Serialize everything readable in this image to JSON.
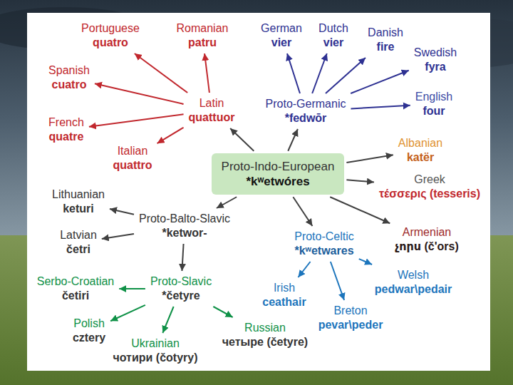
{
  "diagram": {
    "nodes": [
      {
        "text": [
          "Portuguese",
          "quatro"
        ]
      },
      {
        "text": [
          "Romanian",
          "patru"
        ]
      },
      {
        "text": [
          "German",
          "vier"
        ]
      },
      {
        "text": [
          "Dutch",
          "vier"
        ]
      },
      {
        "text": [
          "Danish",
          "fire"
        ]
      },
      {
        "text": [
          "Swedish",
          "fyra"
        ]
      },
      {
        "text": [
          "Spanish",
          "cuatro"
        ]
      },
      {
        "text": [
          "Latin",
          "quattuor"
        ]
      },
      {
        "text": [
          "Proto-Germanic",
          "*fedwōr"
        ]
      },
      {
        "text": [
          "English",
          "four"
        ]
      },
      {
        "text": [
          "French",
          "quatre"
        ]
      },
      {
        "text": [
          "Italian",
          "quattro"
        ]
      },
      {
        "text": [
          "Proto-Indo-European",
          "*kʷetwóres"
        ]
      },
      {
        "text": [
          "Albanian",
          "katër"
        ]
      },
      {
        "text": [
          "Greek",
          "τέσσερις (tesseris)"
        ]
      },
      {
        "text": [
          "Lithuanian",
          "keturi"
        ]
      },
      {
        "text": [
          "Proto-Balto-Slavic",
          "*ketwor-"
        ]
      },
      {
        "text": [
          "Latvian",
          "četri"
        ]
      },
      {
        "text": [
          "Proto-Celtic",
          "*kʷetwares"
        ]
      },
      {
        "text": [
          "Armenian",
          "չորս (č'ors)"
        ]
      },
      {
        "text": [
          "Serbo-Croatian",
          "četiri"
        ]
      },
      {
        "text": [
          "Proto-Slavic",
          "*četyre"
        ]
      },
      {
        "text": [
          "Irish",
          "ceathair"
        ]
      },
      {
        "text": [
          "Welsh",
          "pedwar\\pedair"
        ]
      },
      {
        "text": [
          "Breton",
          "pevar\\peder"
        ]
      },
      {
        "text": [
          "Polish",
          "cztery"
        ]
      },
      {
        "text": [
          "Russian",
          "четыре (četyre)"
        ]
      },
      {
        "text": [
          "Ukrainian",
          "чотири (čotyry)"
        ]
      }
    ],
    "edges": [
      {
        "from": 12,
        "to": 7,
        "arrow": "to"
      },
      {
        "from": 12,
        "to": 8,
        "arrow": "to"
      },
      {
        "from": 12,
        "to": 13,
        "arrow": "to"
      },
      {
        "from": 12,
        "to": 14,
        "arrow": "to"
      },
      {
        "from": 12,
        "to": 19,
        "arrow": "to"
      },
      {
        "from": 12,
        "to": 18,
        "arrow": "to"
      },
      {
        "from": 12,
        "to": 16,
        "arrow": "to"
      },
      {
        "from": 7,
        "to": 0,
        "arrow": "to"
      },
      {
        "from": 7,
        "to": 1,
        "arrow": "to"
      },
      {
        "from": 7,
        "to": 6,
        "arrow": "to"
      },
      {
        "from": 7,
        "to": 10,
        "arrow": "to"
      },
      {
        "from": 7,
        "to": 11,
        "arrow": "to"
      },
      {
        "from": 8,
        "to": 2,
        "arrow": "to"
      },
      {
        "from": 8,
        "to": 3,
        "arrow": "to"
      },
      {
        "from": 8,
        "to": 4,
        "arrow": "to"
      },
      {
        "from": 8,
        "to": 5,
        "arrow": "to"
      },
      {
        "from": 8,
        "to": 9,
        "arrow": "to"
      },
      {
        "from": 16,
        "to": 15,
        "arrow": "to"
      },
      {
        "from": 16,
        "to": 17,
        "arrow": "to"
      },
      {
        "from": 16,
        "to": 21,
        "arrow": "to"
      },
      {
        "from": 21,
        "to": 20,
        "arrow": "to"
      },
      {
        "from": 21,
        "to": 25,
        "arrow": "to"
      },
      {
        "from": 21,
        "to": 27,
        "arrow": "to"
      },
      {
        "from": 21,
        "to": 26,
        "arrow": "to"
      },
      {
        "from": 18,
        "to": 22,
        "arrow": "to"
      },
      {
        "from": 18,
        "to": 23,
        "arrow": "to"
      },
      {
        "from": 18,
        "to": 24,
        "arrow": "to"
      }
    ]
  }
}
